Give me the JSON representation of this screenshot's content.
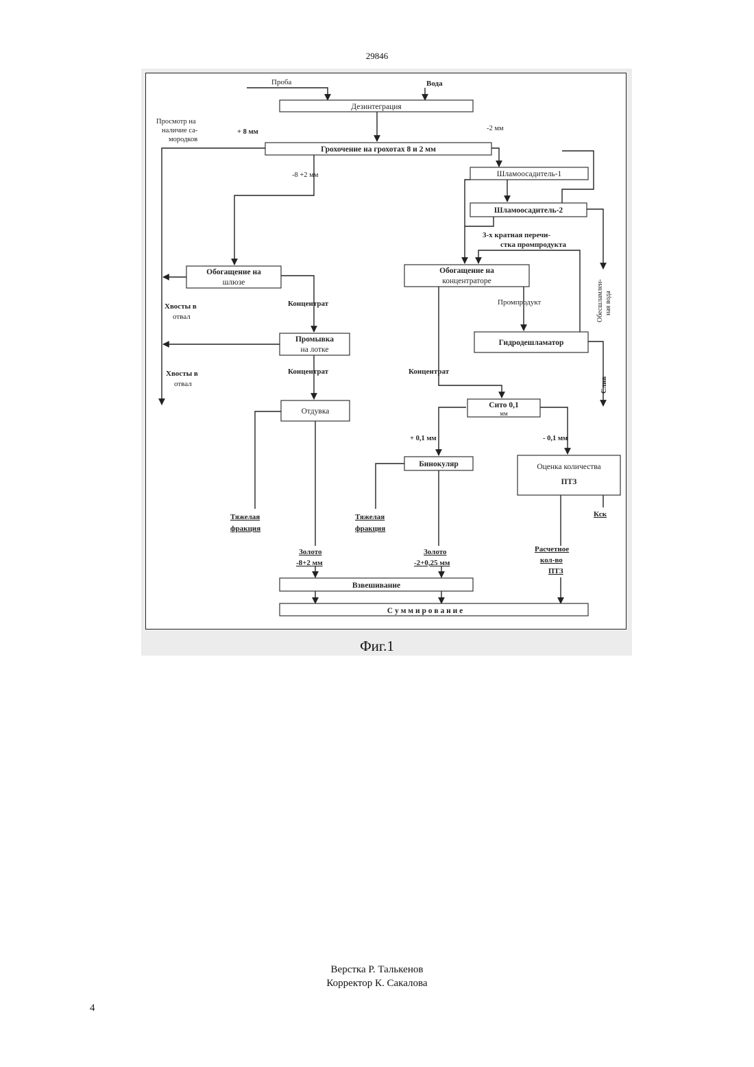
{
  "page": {
    "patent_number": "29846",
    "figure_caption": "Фиг.1",
    "credits": {
      "layout": "Верстка Р. Талькенов",
      "proofreader": "Корректор К. Сакалова"
    },
    "page_number": "4"
  },
  "diagram": {
    "inputs": {
      "sample": "Проба",
      "water": "Вода"
    },
    "nodes": {
      "disintegration": "Дезинтеграция",
      "screening": "Грохочение на грохотах 8 и 2 мм",
      "sluice_line1": "Обогащение на",
      "sluice_line2": "шлюзе",
      "tray_line1": "Промывка",
      "tray_line2": "на лотке",
      "blowing": "Отдувка",
      "slime1": "Шламоосадитель-1",
      "slime2": "Шламоосадитель-2",
      "concentrator_line1": "Обогащение на",
      "concentrator_line2": "концентраторе",
      "hydrodeslimer": "Гидродешламатор",
      "sieve_line1": "Сито 0,1",
      "sieve_line2": "мм",
      "binocular": "Бинокуляр",
      "estimate_line1": "Оценка количества",
      "estimate_line2": "ПТЗ",
      "weighing": "Взвешивание",
      "summation": "С у м м и р о в а н и е"
    },
    "labels": {
      "nugget_view_line1": "Просмотр на",
      "nugget_view_line2": "наличие са-",
      "nugget_view_line3": "мородков",
      "plus8": "+ 8 мм",
      "minus2": "-2 мм",
      "minus8plus2": "-8 +2 мм",
      "recleaning_line1": "3-х кратная перечи-",
      "recleaning_line2": "стка промпродукта",
      "tails1_line1": "Хвосты в",
      "tails1_line2": "отвал",
      "concentrate1": "Концентрат",
      "middling": "Промпродукт",
      "deslimed_water_line1": "Обесшламлен-",
      "deslimed_water_line2": "ная вода",
      "tails2_line1": "Хвосты в",
      "tails2_line2": "отвал",
      "concentrate2": "Концентрат",
      "concentrate3": "Концентрат",
      "drain": "Слив",
      "plus01": "+ 0,1  мм",
      "minus01": "- 0,1  мм",
      "heavy1_line1": "Тяжелая",
      "heavy1_line2": "фракция",
      "heavy2_line1": "Тяжелая",
      "heavy2_line2": "фракция",
      "ksk": "Кск",
      "gold1_line1": "Золото",
      "gold1_line2": "-8+2 мм",
      "gold2_line1": "Золото",
      "gold2_line2": "-2+0,25 мм",
      "calc_line1": "Расчетное",
      "calc_line2": "кол-во",
      "calc_line3": "ПТЗ"
    }
  }
}
